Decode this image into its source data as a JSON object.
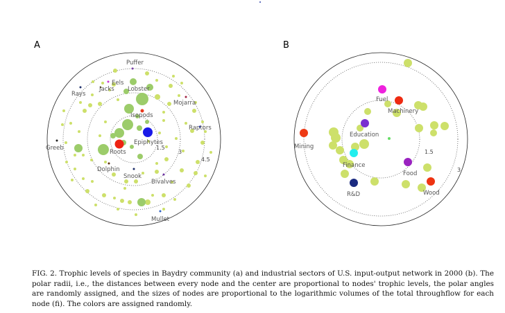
{
  "panel_a_label": "A",
  "panel_b_label": "B",
  "caption": "FIG. 2. Trophic levels of species in Baydry community (a) and industrial sectors of U.S. input-output network in 2000 (b). The polar radii, i.e., the distances between every node and the center are proportional to nodes' trophic levels, the polar angles are randomly assigned, and the sizes of nodes are proportional to the logarithmic volumes of the total throughflow for each node (fi). The colors are assigned randomly.",
  "panel_a": {
    "ring_labels": [
      "1.5",
      "3",
      "4.5"
    ],
    "labeled_nodes": [
      {
        "label": "Puffer",
        "color": "#7a3ea8"
      },
      {
        "label": "Eels",
        "color": "#c83ad0"
      },
      {
        "label": "Jacks",
        "color": "#4a3a10"
      },
      {
        "label": "Rays",
        "color": "#1e2f6a"
      },
      {
        "label": "Lobster",
        "color": "#9ccc6a"
      },
      {
        "label": "Mojarra",
        "color": "#a02040"
      },
      {
        "label": "Isopods",
        "color": "#e8381c"
      },
      {
        "label": "Raptors",
        "color": "#3344bb"
      },
      {
        "label": "Epiphytes",
        "color": "#1a1ae8"
      },
      {
        "label": "Roots",
        "color": "#ee2211"
      },
      {
        "label": "Greeb",
        "color": "#222222"
      },
      {
        "label": "Dolphin",
        "color": "#5a2f10"
      },
      {
        "label": "Snook",
        "color": "#1a2a66"
      },
      {
        "label": "Bivalves",
        "color": "#6a2fa0"
      },
      {
        "label": "Mullet",
        "color": "#3060c0"
      }
    ]
  },
  "panel_b": {
    "ring_labels": [
      "1.5",
      "3"
    ],
    "labeled_nodes": [
      {
        "label": "Fuel",
        "color": "#ee22dd"
      },
      {
        "label": "Machinery",
        "color": "#ee2a11"
      },
      {
        "label": "Education",
        "color": "#7a2fd0"
      },
      {
        "label": "Mining",
        "color": "#ee3a15"
      },
      {
        "label": "Finance",
        "color": "#22eeee"
      },
      {
        "label": "Food",
        "color": "#9a22c0"
      },
      {
        "label": "R&D",
        "color": "#1a2a80"
      },
      {
        "label": "Wood",
        "color": "#ee3311"
      }
    ]
  },
  "colors": {
    "generic_node": "#cde06a",
    "generic_node_dark": "#9ccc6a",
    "ring": "#666666"
  }
}
